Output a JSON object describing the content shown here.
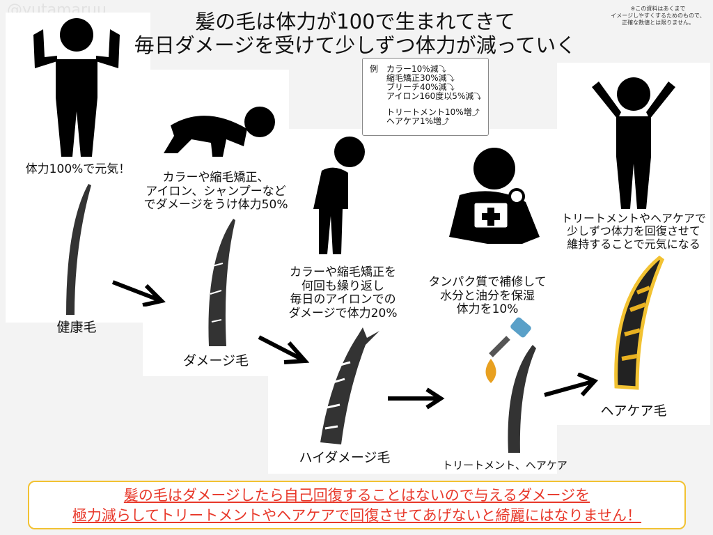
{
  "watermark": "@yutamaruu",
  "title": {
    "line1": "髪の毛は体力が100で生まれてきて",
    "line2": "毎日ダメージを受けて少しずつ体力が減っていく"
  },
  "note": {
    "line1": "※この資料はあくまで",
    "line2": "イメージしやすくするためのもので、",
    "line3": "正確な数値とは限りません。"
  },
  "example": {
    "label": "例",
    "items": [
      {
        "text": "カラー10%減",
        "dir": "down"
      },
      {
        "text": "縮毛矯正30%減",
        "dir": "down"
      },
      {
        "text": "ブリーチ40%減",
        "dir": "down"
      },
      {
        "text": "アイロン160度以5%減",
        "dir": "down"
      },
      {
        "text": "トリートメント10%増",
        "dir": "up"
      },
      {
        "text": "ヘアケア1%増",
        "dir": "up"
      }
    ]
  },
  "stages": [
    {
      "caption": [
        "体力100%で元気！"
      ],
      "label": "健康毛"
    },
    {
      "caption": [
        "カラーや縮毛矯正、",
        "アイロン、シャンプーなど",
        "でダメージをうけ体力50%"
      ],
      "label": "ダメージ毛"
    },
    {
      "caption": [
        "カラーや縮毛矯正を",
        "何回も繰り返し",
        "毎日のアイロンでの",
        "ダメージで体力20%"
      ],
      "label": "ハイダメージ毛"
    },
    {
      "caption": [
        "タンパク質で補修して",
        "水分と油分を保湿",
        "体力を10%"
      ],
      "label": "トリートメント、ヘアケア"
    },
    {
      "caption": [
        "トリートメントやヘアケアで",
        "少しずつ体力を回復させて",
        "維持することで元気になる"
      ],
      "label": "ヘアケア毛"
    }
  ],
  "banner": {
    "line1": "髪の毛はダメージしたら自己回復することはないので与えるダメージを",
    "line2": "極力減らしてトリートメントやヘアケアで回復させてあげないと綺麗にはなりません！"
  },
  "colors": {
    "accent": "#e8382a",
    "gold": "#f2c232",
    "hair": "#333333"
  }
}
